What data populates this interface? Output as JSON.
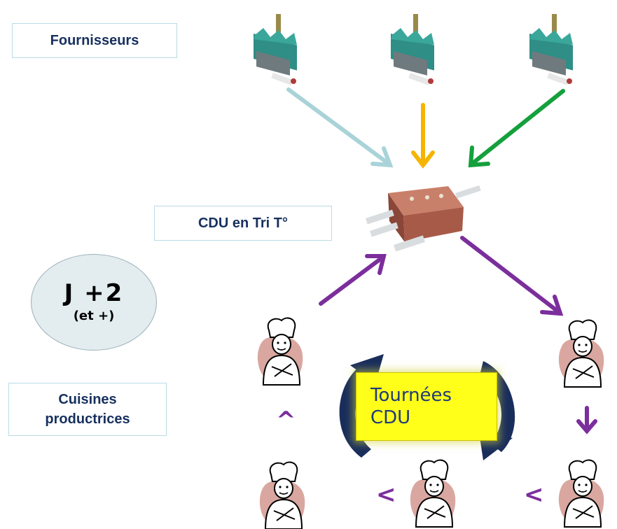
{
  "labels": {
    "fournisseurs": "Fournisseurs",
    "cdu_tri": "CDU en Tri T°",
    "cuisines_line1": "Cuisines",
    "cuisines_line2": "productrices",
    "day_main": "J +2",
    "day_sub": "(et +)",
    "tournees_line1": "Tournées",
    "tournees_line2": "CDU"
  },
  "arrow_markers": {
    "left_lower": "<",
    "left_upper": "^"
  },
  "colors": {
    "label_text": "#17305e",
    "label_border": "#b9dbe6",
    "arrow_lightblue": "#a9d3d8",
    "arrow_orange": "#f5b400",
    "arrow_green": "#14a03c",
    "arrow_purple": "#7b2e9c",
    "cycle_navy": "#1a2e5c",
    "tournees_bg": "#ffff1a"
  },
  "icons": [
    "factory-icon",
    "warehouse-icon",
    "chef-icon"
  ]
}
